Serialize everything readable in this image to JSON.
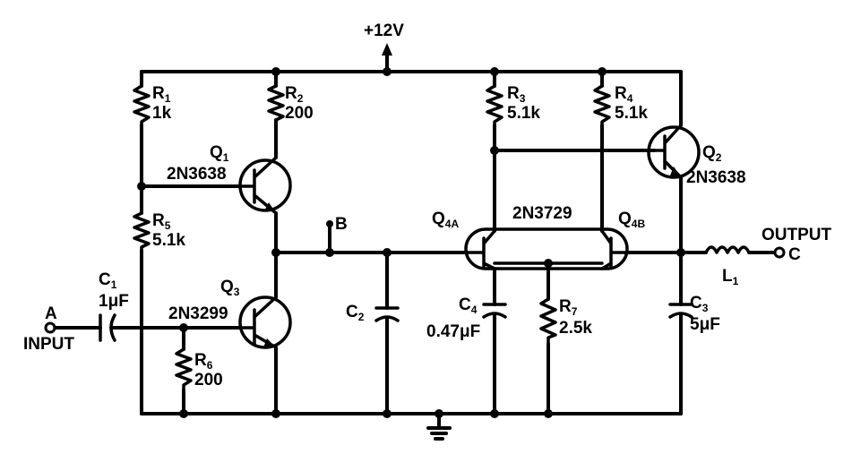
{
  "supply": {
    "label": "+12V"
  },
  "components": {
    "r1": {
      "name": "R",
      "sub": "1",
      "value": "1k"
    },
    "r2": {
      "name": "R",
      "sub": "2",
      "value": "200"
    },
    "r3": {
      "name": "R",
      "sub": "3",
      "value": "5.1k"
    },
    "r4": {
      "name": "R",
      "sub": "4",
      "value": "5.1k"
    },
    "r5": {
      "name": "R",
      "sub": "5",
      "value": "5.1k"
    },
    "r6": {
      "name": "R",
      "sub": "6",
      "value": "200"
    },
    "r7": {
      "name": "R",
      "sub": "7",
      "value": "2.5k"
    },
    "c1": {
      "name": "C",
      "sub": "1",
      "value": "1μF"
    },
    "c2": {
      "name": "C",
      "sub": "2"
    },
    "c3": {
      "name": "C",
      "sub": "3",
      "value": "5μF"
    },
    "c4": {
      "name": "C",
      "sub": "4",
      "value": "0.47μF"
    },
    "l1": {
      "name": "L",
      "sub": "1"
    },
    "q1": {
      "name": "Q",
      "sub": "1",
      "part": "2N3638"
    },
    "q2": {
      "name": "Q",
      "sub": "2",
      "part": "2N3638"
    },
    "q3": {
      "name": "Q",
      "sub": "3",
      "part": "2N3299"
    },
    "q4a": {
      "name": "Q",
      "sub": "4A"
    },
    "q4b": {
      "name": "Q",
      "sub": "4B"
    },
    "q4": {
      "part": "2N3729"
    }
  },
  "nodes": {
    "a": "A",
    "b": "B",
    "c": "C",
    "input": "INPUT",
    "output": "OUTPUT"
  }
}
